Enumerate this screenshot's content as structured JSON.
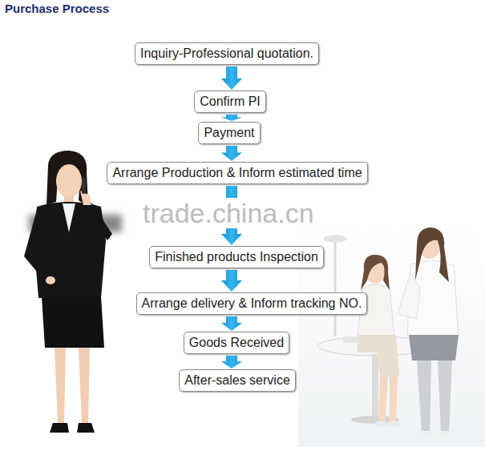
{
  "diagram": {
    "title": "Purchase Process",
    "nodes": [
      {
        "text": [
          "Inquiry-Professional quotation."
        ]
      },
      {
        "text": [
          "Confirm PI"
        ]
      },
      {
        "text": [
          "Payment"
        ]
      },
      {
        "text": [
          "Arrange Production & Inform estimated time"
        ]
      },
      {
        "text": [
          "Finished products Inspection"
        ]
      },
      {
        "text": [
          "Arrange delivery & Inform tracking NO."
        ]
      },
      {
        "text": [
          "Goods Received"
        ]
      },
      {
        "text": [
          "After-sales service"
        ]
      }
    ],
    "edges": [
      {
        "from": 0,
        "to": 1,
        "arrow": "to"
      },
      {
        "from": 1,
        "to": 2,
        "arrow": "to"
      },
      {
        "from": 2,
        "to": 3,
        "arrow": "to"
      },
      {
        "from": 3,
        "to": 4,
        "arrow": "to"
      },
      {
        "from": 4,
        "to": 5,
        "arrow": "to"
      },
      {
        "from": 5,
        "to": 6,
        "arrow": "to"
      },
      {
        "from": 6,
        "to": 7,
        "arrow": "to"
      }
    ],
    "labels": [
      "trade.china.cn"
    ]
  }
}
